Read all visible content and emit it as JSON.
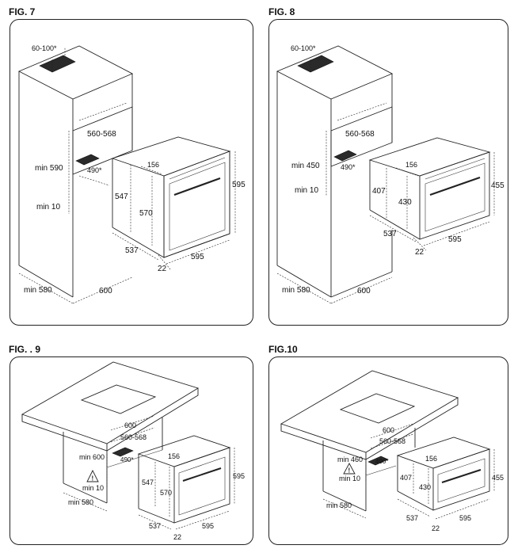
{
  "figures": {
    "fig7": {
      "title": "FIG. 7",
      "labels": {
        "vent": "60-100*",
        "niche_width": "560-568",
        "min_height": "min 590",
        "depth_star": "490*",
        "min_bottom": "min 10",
        "min_depth": "min 580",
        "width": "600",
        "oven_top": "156",
        "oven_height": "595",
        "inner_547": "547",
        "inner_570": "570",
        "oven_depth": "537",
        "oven_width": "595",
        "front": "22"
      }
    },
    "fig8": {
      "title": "FIG. 8",
      "labels": {
        "vent": "60-100*",
        "niche_width": "560-568",
        "min_height": "min 450",
        "depth_star": "490*",
        "min_bottom": "min 10",
        "min_depth": "min 580",
        "width": "600",
        "oven_top": "156",
        "oven_height": "455",
        "inner_407": "407",
        "inner_430": "430",
        "oven_depth": "537",
        "oven_width": "595",
        "front": "22"
      }
    },
    "fig9": {
      "title": "FIG. . 9",
      "labels": {
        "width": "600",
        "niche_width": "560-568",
        "min_height": "min 600",
        "depth_star": "490*",
        "min_bottom": "min 10",
        "min_depth": "min 580",
        "oven_top": "156",
        "oven_height": "595",
        "inner_547": "547",
        "inner_570": "570",
        "oven_depth": "537",
        "oven_width": "595",
        "front": "22"
      }
    },
    "fig10": {
      "title": "FIG.10",
      "labels": {
        "width": "600",
        "niche_width": "560-568",
        "min_height": "min 460",
        "depth_star": "490*",
        "min_bottom": "min 10",
        "min_depth": "min 580",
        "oven_top": "156",
        "oven_height": "455",
        "inner_407": "407",
        "inner_430": "430",
        "oven_depth": "537",
        "oven_width": "595",
        "front": "22"
      }
    }
  }
}
